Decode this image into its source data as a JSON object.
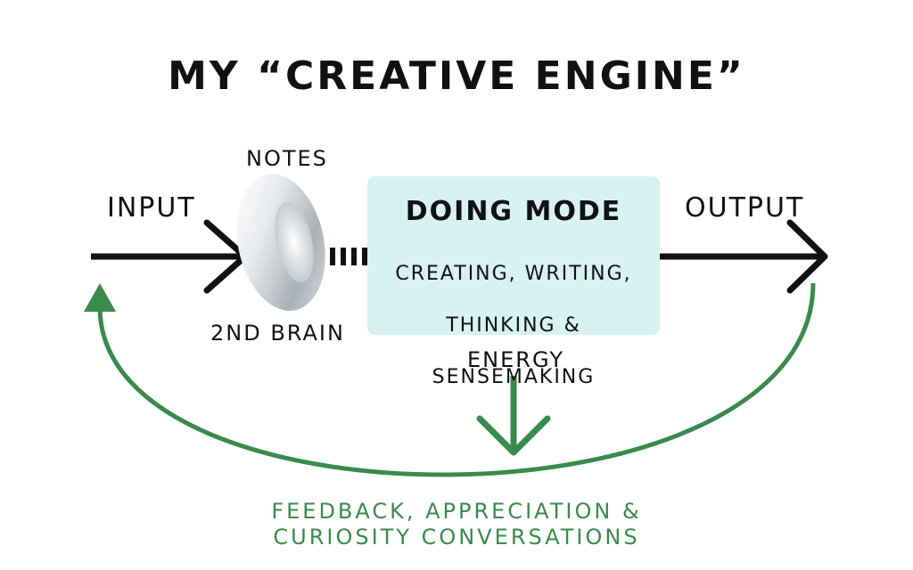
{
  "title": "MY “CREATIVE ENGINE”",
  "labels": {
    "notes": "NOTES",
    "input": "INPUT",
    "output": "OUTPUT",
    "second_brain": "2ND BRAIN",
    "energy": "ENERGY"
  },
  "doing_mode": {
    "title": "DOING MODE",
    "lines": [
      "CREATING, WRITING,",
      "THINKING &",
      "SENSEMAKING"
    ]
  },
  "feedback": {
    "lines": [
      "FEEDBACK, APPRECIATION &",
      "CURIOSITY CONVERSATIONS"
    ]
  },
  "colors": {
    "box_fill": "#d6f3f2",
    "feedback_green": "#3a8a4d",
    "arrow_black": "#111111"
  }
}
